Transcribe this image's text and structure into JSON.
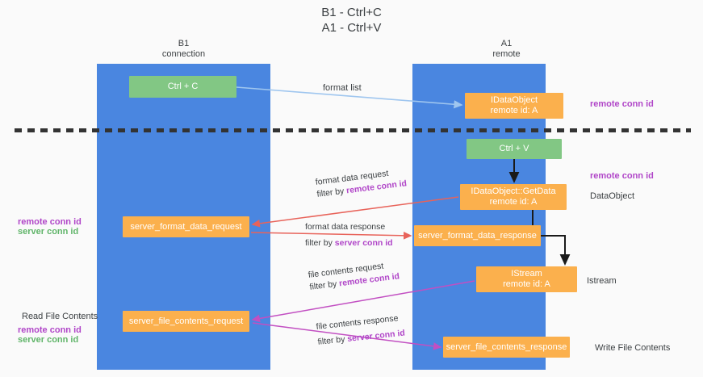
{
  "title": {
    "line1": "B1 - Ctrl+C",
    "line2": "A1 - Ctrl+V"
  },
  "lanes": [
    {
      "id": "b1",
      "name": "B1",
      "role": "connection"
    },
    {
      "id": "a1",
      "name": "A1",
      "role": "remote"
    }
  ],
  "nodes": {
    "ctrl_c": {
      "label": "Ctrl + C",
      "sub": "",
      "color": "#82c784"
    },
    "idataobject": {
      "label": "IDataObject",
      "sub": "remote id: A",
      "color": "#fbb04d"
    },
    "ctrl_v": {
      "label": "Ctrl + V",
      "sub": "",
      "color": "#82c784"
    },
    "getdata": {
      "label": "IDataObject::GetData",
      "sub": "remote id: A",
      "color": "#fbb04d"
    },
    "fmt_req": {
      "label": "server_format_data_request",
      "sub": "",
      "color": "#fbb04d"
    },
    "fmt_resp": {
      "label": "server_format_data_response",
      "sub": "",
      "color": "#fbb04d"
    },
    "istream": {
      "label": "IStream",
      "sub": "remote id: A",
      "color": "#fbb04d"
    },
    "file_req": {
      "label": "server_file_contents_request",
      "sub": "",
      "color": "#fbb04d"
    },
    "file_resp": {
      "label": "server_file_contents_response",
      "sub": "",
      "color": "#fbb04d"
    }
  },
  "edge_labels": {
    "format_list": "format list",
    "format_data_request": "format data request",
    "format_data_request_filter_prefix": "filter by ",
    "format_data_request_filter_key": "remote conn id",
    "format_data_response": "format data response",
    "format_data_response_filter_prefix": "filter by ",
    "format_data_response_filter_key": "server conn id",
    "file_contents_request": "file contents request",
    "file_contents_request_filter_prefix": "filter by ",
    "file_contents_request_filter_key": "remote conn id",
    "file_contents_response": "file contents response",
    "file_contents_response_filter_prefix": "filter by ",
    "file_contents_response_filter_key": "server conn id"
  },
  "side_labels": {
    "right_remote_conn_id_top": "remote conn id",
    "right_remote_conn_id_mid": "remote conn id",
    "right_dataobject": "DataObject",
    "right_istream": "Istream",
    "right_write_file_contents": "Write File Contents",
    "left_read_file_contents": "Read File Contents",
    "left_remote_conn_id_1": "remote conn id",
    "left_server_conn_id_1": "server conn id",
    "left_remote_conn_id_2": "remote conn id",
    "left_server_conn_id_2": "server conn id"
  },
  "colors": {
    "lane_blue": "#4a86e0",
    "node_green": "#82c784",
    "node_orange": "#fbb04d",
    "accent_purple": "#b045c8",
    "accent_green": "#61b56a",
    "wire_blue": "#9fc6ef",
    "wire_red": "#e8635a",
    "wire_magenta": "#c24fc2",
    "wire_black": "#1a1a1a",
    "divider": "#333333"
  }
}
